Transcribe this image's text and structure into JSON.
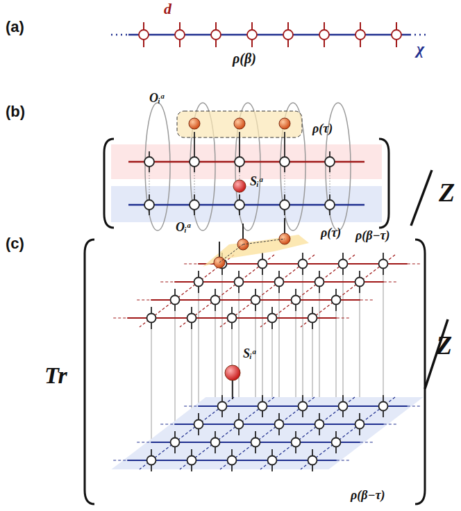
{
  "diagram": {
    "labels": [
      "(a)",
      "d",
      "χ",
      "ρ(β)",
      "(b)",
      "Oᵢᵅ",
      "ρ(τ)",
      "Sᵢᵅ",
      "Z",
      "ρ(β−τ)",
      "(c)",
      "Oᵢᵅ",
      "ρ(τ)",
      "Tr",
      "Sᵢᵅ",
      "Z",
      "ρ(β−τ)"
    ]
  }
}
